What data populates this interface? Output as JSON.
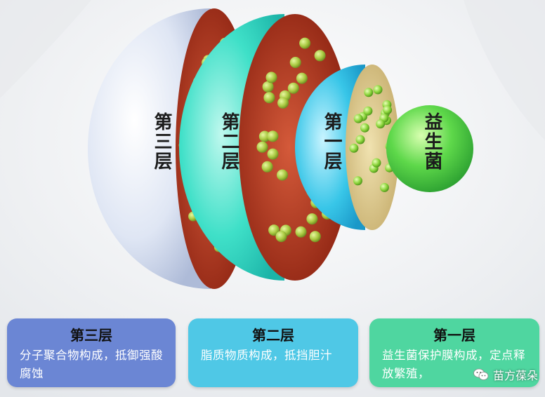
{
  "diagram": {
    "layers": [
      {
        "label": "第三层"
      },
      {
        "label": "第二层"
      },
      {
        "label": "第一层"
      }
    ],
    "core": {
      "label": "益生菌"
    }
  },
  "cards": [
    {
      "title": "第三层",
      "description": "分子聚合物构成，抵御强酸腐蚀",
      "color": "#6b86d4"
    },
    {
      "title": "第二层",
      "description": "脂质物质构成，抵挡胆汁",
      "color": "#4fc8e6"
    },
    {
      "title": "第一层",
      "description": "益生菌保护膜构成，定点释放繁殖，",
      "color": "#4fd6a0"
    }
  ],
  "watermark": {
    "text": "苗方葆朵",
    "icon": "wechat-icon"
  },
  "colors": {
    "outer_shell": "#c9d4ea",
    "middle_shell": "#3fe0c8",
    "inner_shell": "#38c6e8",
    "lining_red": "#b8341e",
    "granule_green": "#8ad43a",
    "core_green": "#3fc64a"
  }
}
